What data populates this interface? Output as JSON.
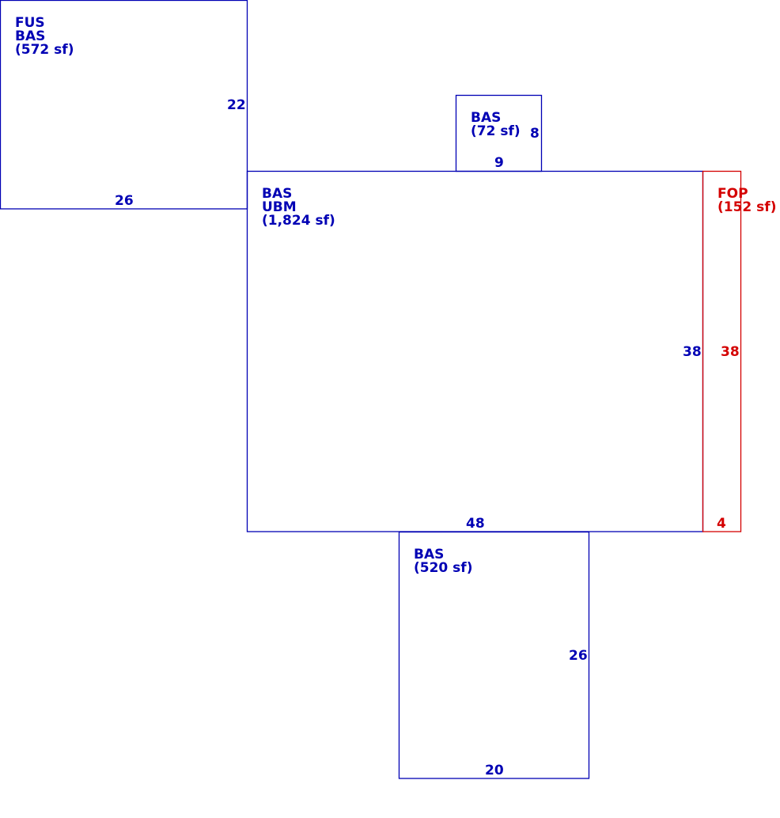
{
  "colors": {
    "main": "#0000b4",
    "porch": "#d40000",
    "background": "#ffffff"
  },
  "areas": {
    "fus_bas": {
      "line1": "FUS",
      "line2": "BAS",
      "line3": "(572 sf)",
      "dim_side": "22",
      "dim_bottom": "26"
    },
    "bas_small": {
      "line1": "BAS",
      "line2": "(72 sf)",
      "dim_side": "8",
      "dim_bottom": "9"
    },
    "bas_ubm": {
      "line1": "BAS",
      "line2": "UBM",
      "line3": "(1,824 sf)",
      "dim_side": "38",
      "dim_bottom": "48"
    },
    "fop": {
      "line1": "FOP",
      "line2": "(152 sf)",
      "dim_side": "38",
      "dim_bottom": "4"
    },
    "bas_bottom": {
      "line1": "BAS",
      "line2": "(520 sf)",
      "dim_side": "26",
      "dim_bottom": "20"
    }
  }
}
